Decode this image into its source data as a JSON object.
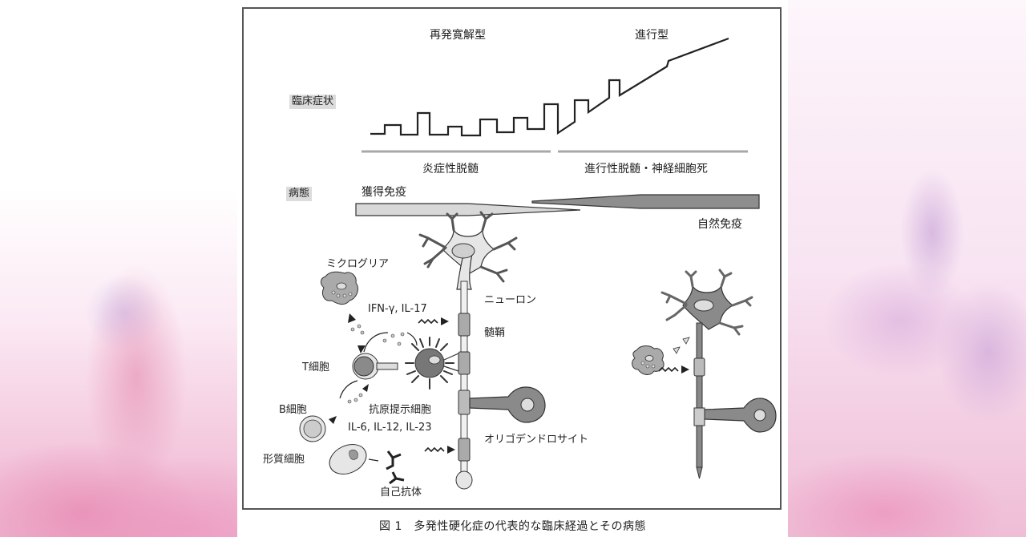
{
  "background": {
    "left_image": "pink-flower-photo",
    "right_image": "pink-flower-photo"
  },
  "figure": {
    "top_labels": {
      "relapsing_remitting": "再発寛解型",
      "progressive": "進行型"
    },
    "row_tags": {
      "clinical_symptoms": "臨床症状",
      "pathology": "病態"
    },
    "phases": {
      "left": "炎症性脱髄",
      "right": "進行性脱髄・神経細胞死"
    },
    "immunity": {
      "acquired": "獲得免疫",
      "innate": "自然免疫"
    },
    "cells": {
      "microglia": "ミクログリア",
      "neuron": "ニューロン",
      "myelin": "髄鞘",
      "t_cell": "T細胞",
      "b_cell": "B細胞",
      "apc": "抗原提示細胞",
      "plasma_cell": "形質細胞",
      "oligodendrocyte": "オリゴデンドロサイト",
      "autoantibody": "自己抗体"
    },
    "cytokines": {
      "th_cytokines": "IFN-γ, IL-17",
      "apc_cytokines": "IL-6, IL-12, IL-23"
    },
    "colors": {
      "line": "#222222",
      "tag_bg": "#dcdcdc",
      "phase_line": "#a8a8a8",
      "acquired_wedge": "#d8d8d8",
      "innate_wedge": "#8e8e8e",
      "cell_light": "#e6e6e6",
      "cell_dark": "#8a8a8a"
    }
  },
  "caption": "図 1　多発性硬化症の代表的な臨床経過とその病態"
}
